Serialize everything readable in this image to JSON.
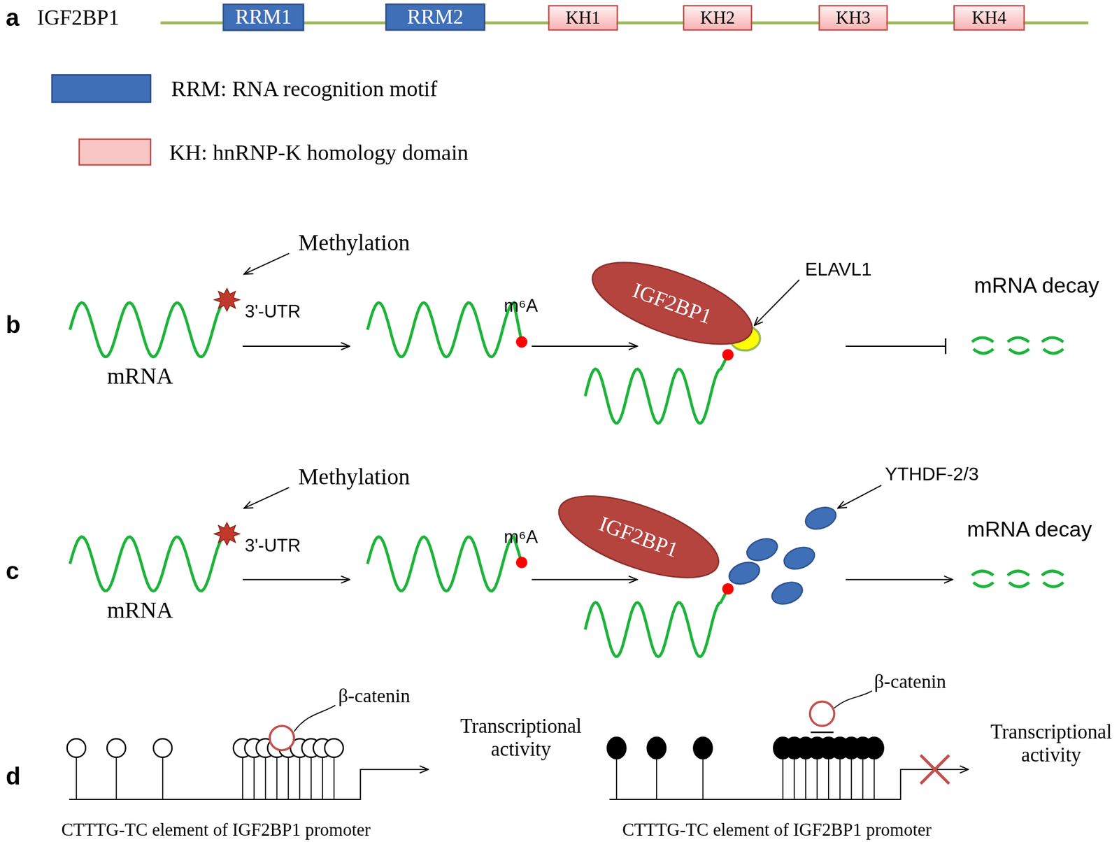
{
  "diagram": {
    "nodes": [
      {
        "text": [
          "RRM1"
        ]
      },
      {
        "text": [
          "RRM2"
        ]
      },
      {
        "text": [
          "KH1"
        ]
      },
      {
        "text": [
          "KH2"
        ]
      },
      {
        "text": [
          "KH3"
        ]
      },
      {
        "text": [
          "KH4"
        ]
      },
      {
        "text": [
          "IGF2BP1"
        ]
      },
      {
        "text": [
          "IGF2BP1"
        ]
      }
    ],
    "labels": [
      "a",
      "IGF2BP1",
      "b",
      "Methylation",
      "3'-UTR",
      "mRNA",
      "m⁶A",
      "ELAVL1",
      "mRNA decay",
      "c",
      "Methylation",
      "3'-UTR",
      "mRNA",
      "m⁶A",
      "YTHDF-2/3",
      "mRNA decay",
      "d",
      "β-catenin",
      "Transcriptional activity",
      "CTTTG-TC element  of IGF2BP1 promoter",
      "β-catenin",
      "Transcriptional activity",
      "CTTTG-TC element  of IGF2BP1 promoter"
    ],
    "legend": [
      {
        "text": "RRM: RNA recognition  motif",
        "color": "#3f6fb6"
      },
      {
        "text": "KH: hnRNP-K  homology  domain",
        "color": "#f9c6c6"
      }
    ]
  }
}
